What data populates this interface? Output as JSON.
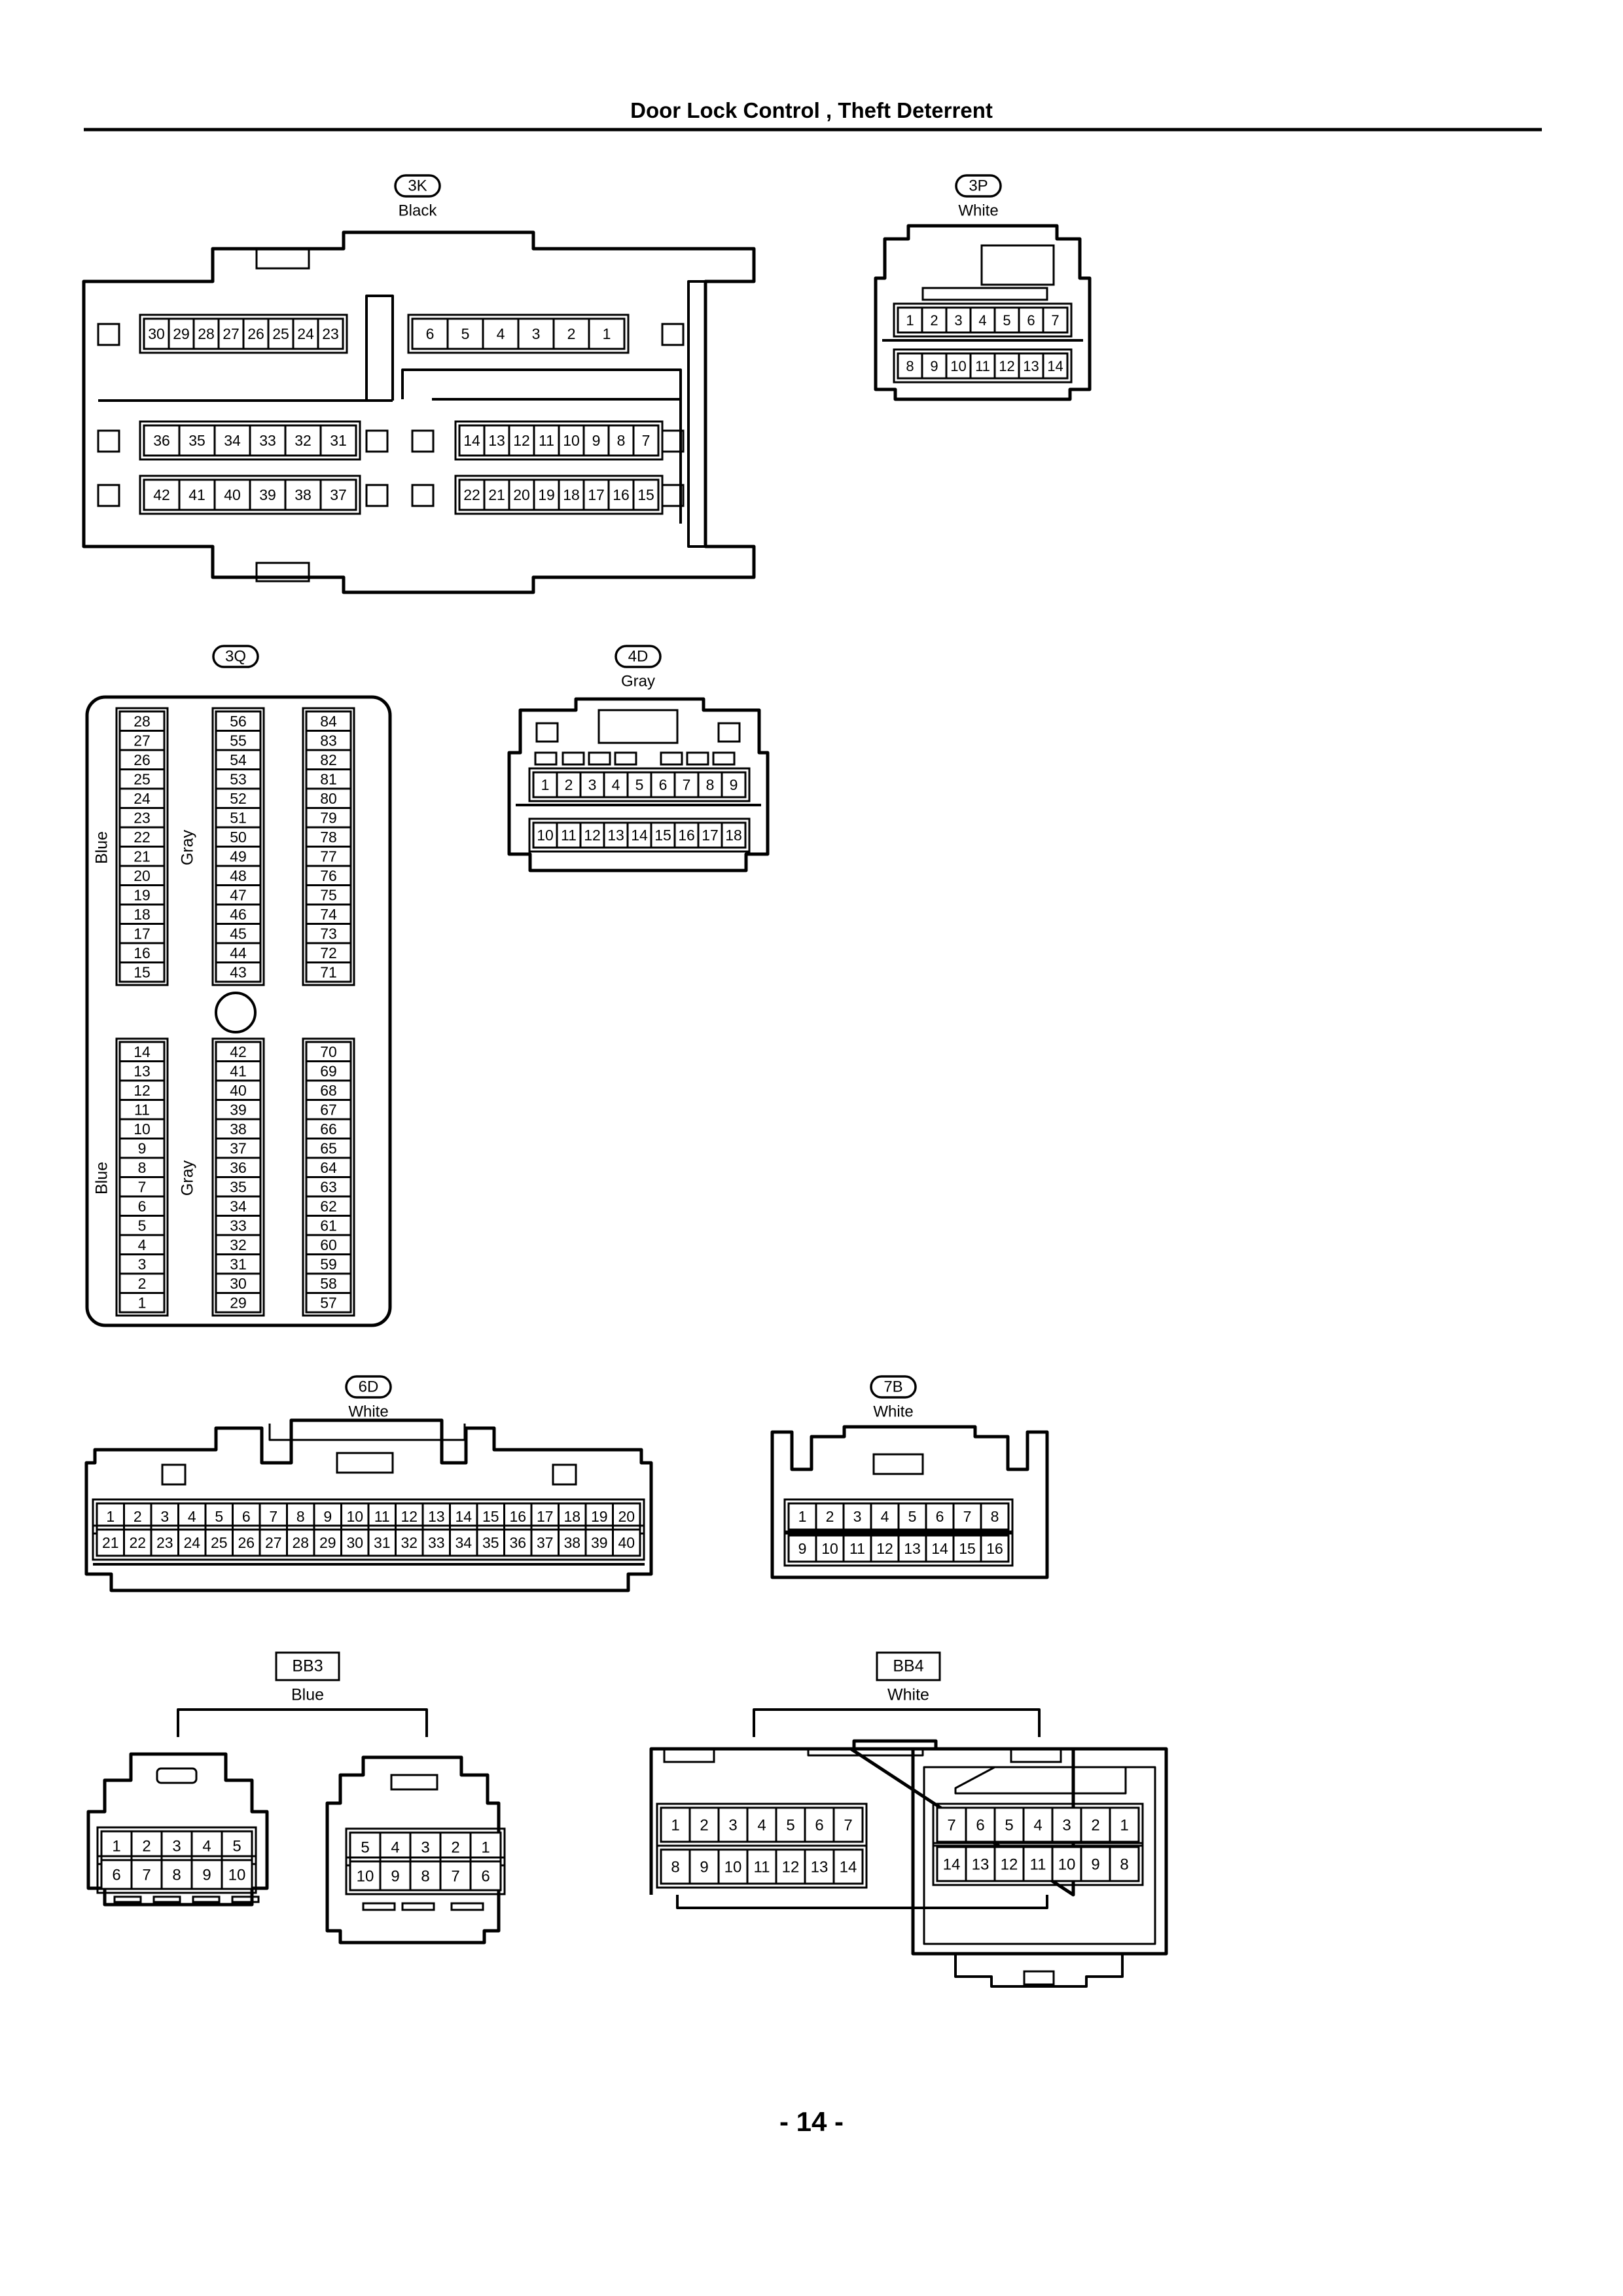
{
  "header": {
    "title": "Door Lock Control , Theft Deterrent"
  },
  "footer": {
    "page_number": "- 14 -"
  },
  "connectors": [
    {
      "id": "3K",
      "color": "Black",
      "label_style": "pill",
      "rows": [
        [
          "30",
          "29",
          "28",
          "27",
          "26",
          "25",
          "24",
          "23"
        ],
        [
          "6",
          "5",
          "4",
          "3",
          "2",
          "1"
        ],
        [
          "36",
          "35",
          "34",
          "33",
          "32",
          "31"
        ],
        [
          "14",
          "13",
          "12",
          "11",
          "10",
          "9",
          "8",
          "7"
        ],
        [
          "42",
          "41",
          "40",
          "39",
          "38",
          "37"
        ],
        [
          "22",
          "21",
          "20",
          "19",
          "18",
          "17",
          "16",
          "15"
        ]
      ]
    },
    {
      "id": "3P",
      "color": "White",
      "label_style": "pill",
      "rows": [
        [
          "1",
          "2",
          "3",
          "4",
          "5",
          "6",
          "7"
        ],
        [
          "8",
          "9",
          "10",
          "11",
          "12",
          "13",
          "14"
        ]
      ]
    },
    {
      "id": "3Q",
      "color": "",
      "label_style": "pill",
      "side_labels": [
        "Blue",
        "Gray",
        "Blue",
        "Gray"
      ],
      "columns": [
        [
          "28",
          "27",
          "26",
          "25",
          "24",
          "23",
          "22",
          "21",
          "20",
          "19",
          "18",
          "17",
          "16",
          "15"
        ],
        [
          "56",
          "55",
          "54",
          "53",
          "52",
          "51",
          "50",
          "49",
          "48",
          "47",
          "46",
          "45",
          "44",
          "43"
        ],
        [
          "84",
          "83",
          "82",
          "81",
          "80",
          "79",
          "78",
          "77",
          "76",
          "75",
          "74",
          "73",
          "72",
          "71"
        ],
        [
          "14",
          "13",
          "12",
          "11",
          "10",
          "9",
          "8",
          "7",
          "6",
          "5",
          "4",
          "3",
          "2",
          "1"
        ],
        [
          "42",
          "41",
          "40",
          "39",
          "38",
          "37",
          "36",
          "35",
          "34",
          "33",
          "32",
          "31",
          "30",
          "29"
        ],
        [
          "70",
          "69",
          "68",
          "67",
          "66",
          "65",
          "64",
          "63",
          "62",
          "61",
          "60",
          "59",
          "58",
          "57"
        ]
      ]
    },
    {
      "id": "4D",
      "color": "Gray",
      "label_style": "pill",
      "rows": [
        [
          "1",
          "2",
          "3",
          "4",
          "5",
          "6",
          "7",
          "8",
          "9"
        ],
        [
          "10",
          "11",
          "12",
          "13",
          "14",
          "15",
          "16",
          "17",
          "18"
        ]
      ]
    },
    {
      "id": "6D",
      "color": "White",
      "label_style": "pill",
      "rows": [
        [
          "1",
          "2",
          "3",
          "4",
          "5",
          "6",
          "7",
          "8",
          "9",
          "10",
          "11",
          "12",
          "13",
          "14",
          "15",
          "16",
          "17",
          "18",
          "19",
          "20"
        ],
        [
          "21",
          "22",
          "23",
          "24",
          "25",
          "26",
          "27",
          "28",
          "29",
          "30",
          "31",
          "32",
          "33",
          "34",
          "35",
          "36",
          "37",
          "38",
          "39",
          "40"
        ]
      ]
    },
    {
      "id": "7B",
      "color": "White",
      "label_style": "pill",
      "rows": [
        [
          "1",
          "2",
          "3",
          "4",
          "5",
          "6",
          "7",
          "8"
        ],
        [
          "9",
          "10",
          "11",
          "12",
          "13",
          "14",
          "15",
          "16"
        ]
      ]
    },
    {
      "id": "BB3",
      "color": "Blue",
      "label_style": "box",
      "left_rows": [
        [
          "1",
          "2",
          "3",
          "4",
          "5"
        ],
        [
          "6",
          "7",
          "8",
          "9",
          "10"
        ]
      ],
      "right_rows": [
        [
          "5",
          "4",
          "3",
          "2",
          "1"
        ],
        [
          "10",
          "9",
          "8",
          "7",
          "6"
        ]
      ]
    },
    {
      "id": "BB4",
      "color": "White",
      "label_style": "box",
      "left_rows": [
        [
          "1",
          "2",
          "3",
          "4",
          "5",
          "6",
          "7"
        ],
        [
          "8",
          "9",
          "10",
          "11",
          "12",
          "13",
          "14"
        ]
      ],
      "right_rows": [
        [
          "7",
          "6",
          "5",
          "4",
          "3",
          "2",
          "1"
        ],
        [
          "14",
          "13",
          "12",
          "11",
          "10",
          "9",
          "8"
        ]
      ]
    }
  ]
}
